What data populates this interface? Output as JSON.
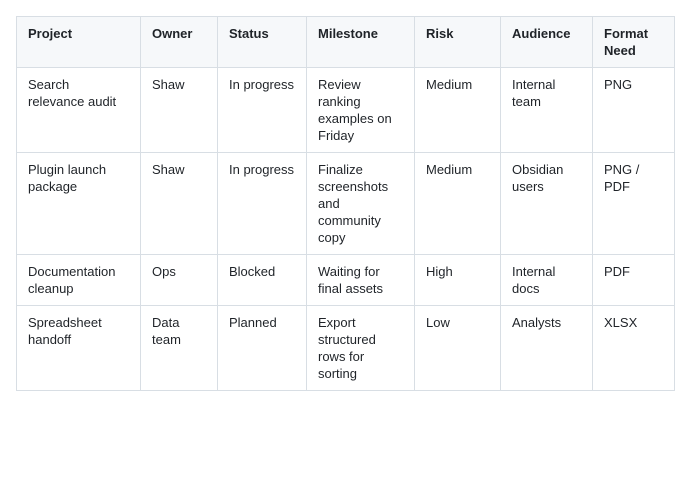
{
  "table": {
    "headers": [
      "Project",
      "Owner",
      "Status",
      "Milestone",
      "Risk",
      "Audience",
      "Format Need"
    ],
    "rows": [
      [
        "Search relevance audit",
        "Shaw",
        "In progress",
        "Review ranking examples on Friday",
        "Medium",
        "Internal team",
        "PNG"
      ],
      [
        "Plugin launch package",
        "Shaw",
        "In progress",
        "Finalize screenshots and community copy",
        "Medium",
        "Obsidian users",
        "PNG / PDF"
      ],
      [
        "Documentation cleanup",
        "Ops",
        "Blocked",
        "Waiting for final assets",
        "High",
        "Internal docs",
        "PDF"
      ],
      [
        "Spreadsheet handoff",
        "Data team",
        "Planned",
        "Export structured rows for sorting",
        "Low",
        "Analysts",
        "XLSX"
      ]
    ]
  },
  "colors": {
    "header_bg": "#f6f8fa",
    "border": "#d8dee4",
    "text": "#1f2328"
  }
}
